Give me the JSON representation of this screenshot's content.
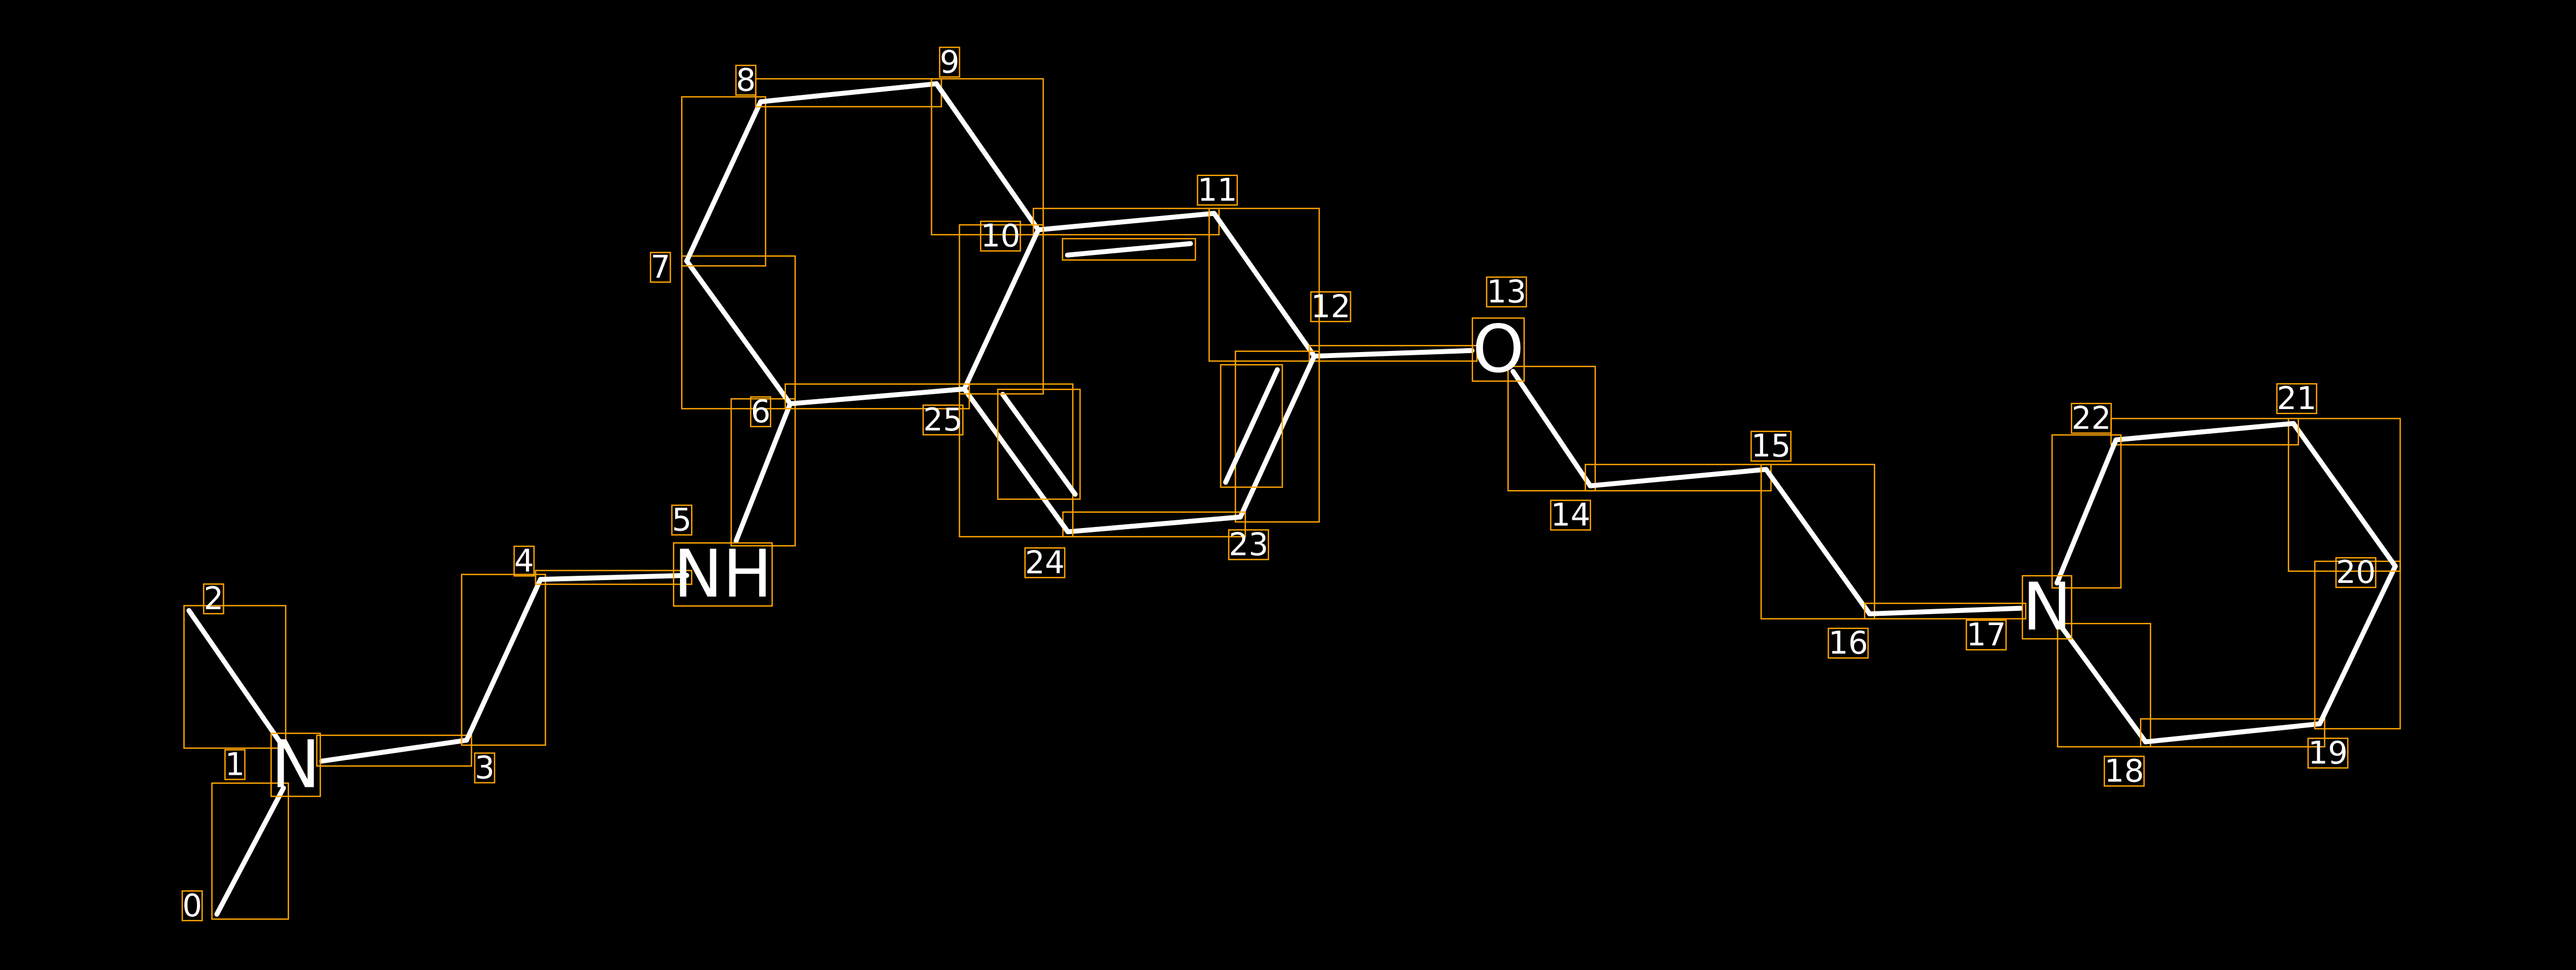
{
  "title": "Molecule atom/bond index diagram",
  "colors": {
    "background": "#000000",
    "bond": "#FFFFFF",
    "box": "#FFA500",
    "text": "#FFFFFF"
  },
  "atoms": [
    {
      "index": "0",
      "symbol": ""
    },
    {
      "index": "1",
      "symbol": "N"
    },
    {
      "index": "2",
      "symbol": ""
    },
    {
      "index": "3",
      "symbol": ""
    },
    {
      "index": "4",
      "symbol": ""
    },
    {
      "index": "5",
      "symbol": "NH"
    },
    {
      "index": "6",
      "symbol": ""
    },
    {
      "index": "7",
      "symbol": ""
    },
    {
      "index": "8",
      "symbol": ""
    },
    {
      "index": "9",
      "symbol": ""
    },
    {
      "index": "10",
      "symbol": ""
    },
    {
      "index": "11",
      "symbol": ""
    },
    {
      "index": "12",
      "symbol": ""
    },
    {
      "index": "13",
      "symbol": "O"
    },
    {
      "index": "14",
      "symbol": ""
    },
    {
      "index": "15",
      "symbol": ""
    },
    {
      "index": "16",
      "symbol": ""
    },
    {
      "index": "17",
      "symbol": "N"
    },
    {
      "index": "18",
      "symbol": ""
    },
    {
      "index": "19",
      "symbol": ""
    },
    {
      "index": "20",
      "symbol": ""
    },
    {
      "index": "21",
      "symbol": ""
    },
    {
      "index": "22",
      "symbol": ""
    },
    {
      "index": "23",
      "symbol": ""
    },
    {
      "index": "24",
      "symbol": ""
    },
    {
      "index": "25",
      "symbol": ""
    }
  ],
  "bonds": [
    [
      0,
      1,
      1
    ],
    [
      1,
      2,
      1
    ],
    [
      1,
      3,
      1
    ],
    [
      3,
      4,
      1
    ],
    [
      4,
      5,
      1
    ],
    [
      5,
      6,
      1
    ],
    [
      6,
      7,
      1
    ],
    [
      7,
      8,
      1
    ],
    [
      8,
      9,
      1
    ],
    [
      9,
      10,
      1
    ],
    [
      10,
      11,
      2
    ],
    [
      11,
      12,
      1
    ],
    [
      12,
      13,
      1
    ],
    [
      13,
      14,
      1
    ],
    [
      14,
      15,
      1
    ],
    [
      15,
      16,
      1
    ],
    [
      16,
      17,
      1
    ],
    [
      17,
      18,
      1
    ],
    [
      18,
      19,
      1
    ],
    [
      19,
      20,
      1
    ],
    [
      20,
      21,
      1
    ],
    [
      21,
      22,
      1
    ],
    [
      22,
      17,
      1
    ],
    [
      12,
      23,
      2
    ],
    [
      23,
      24,
      1
    ],
    [
      24,
      25,
      2
    ],
    [
      25,
      10,
      1
    ],
    [
      25,
      6,
      1
    ]
  ]
}
